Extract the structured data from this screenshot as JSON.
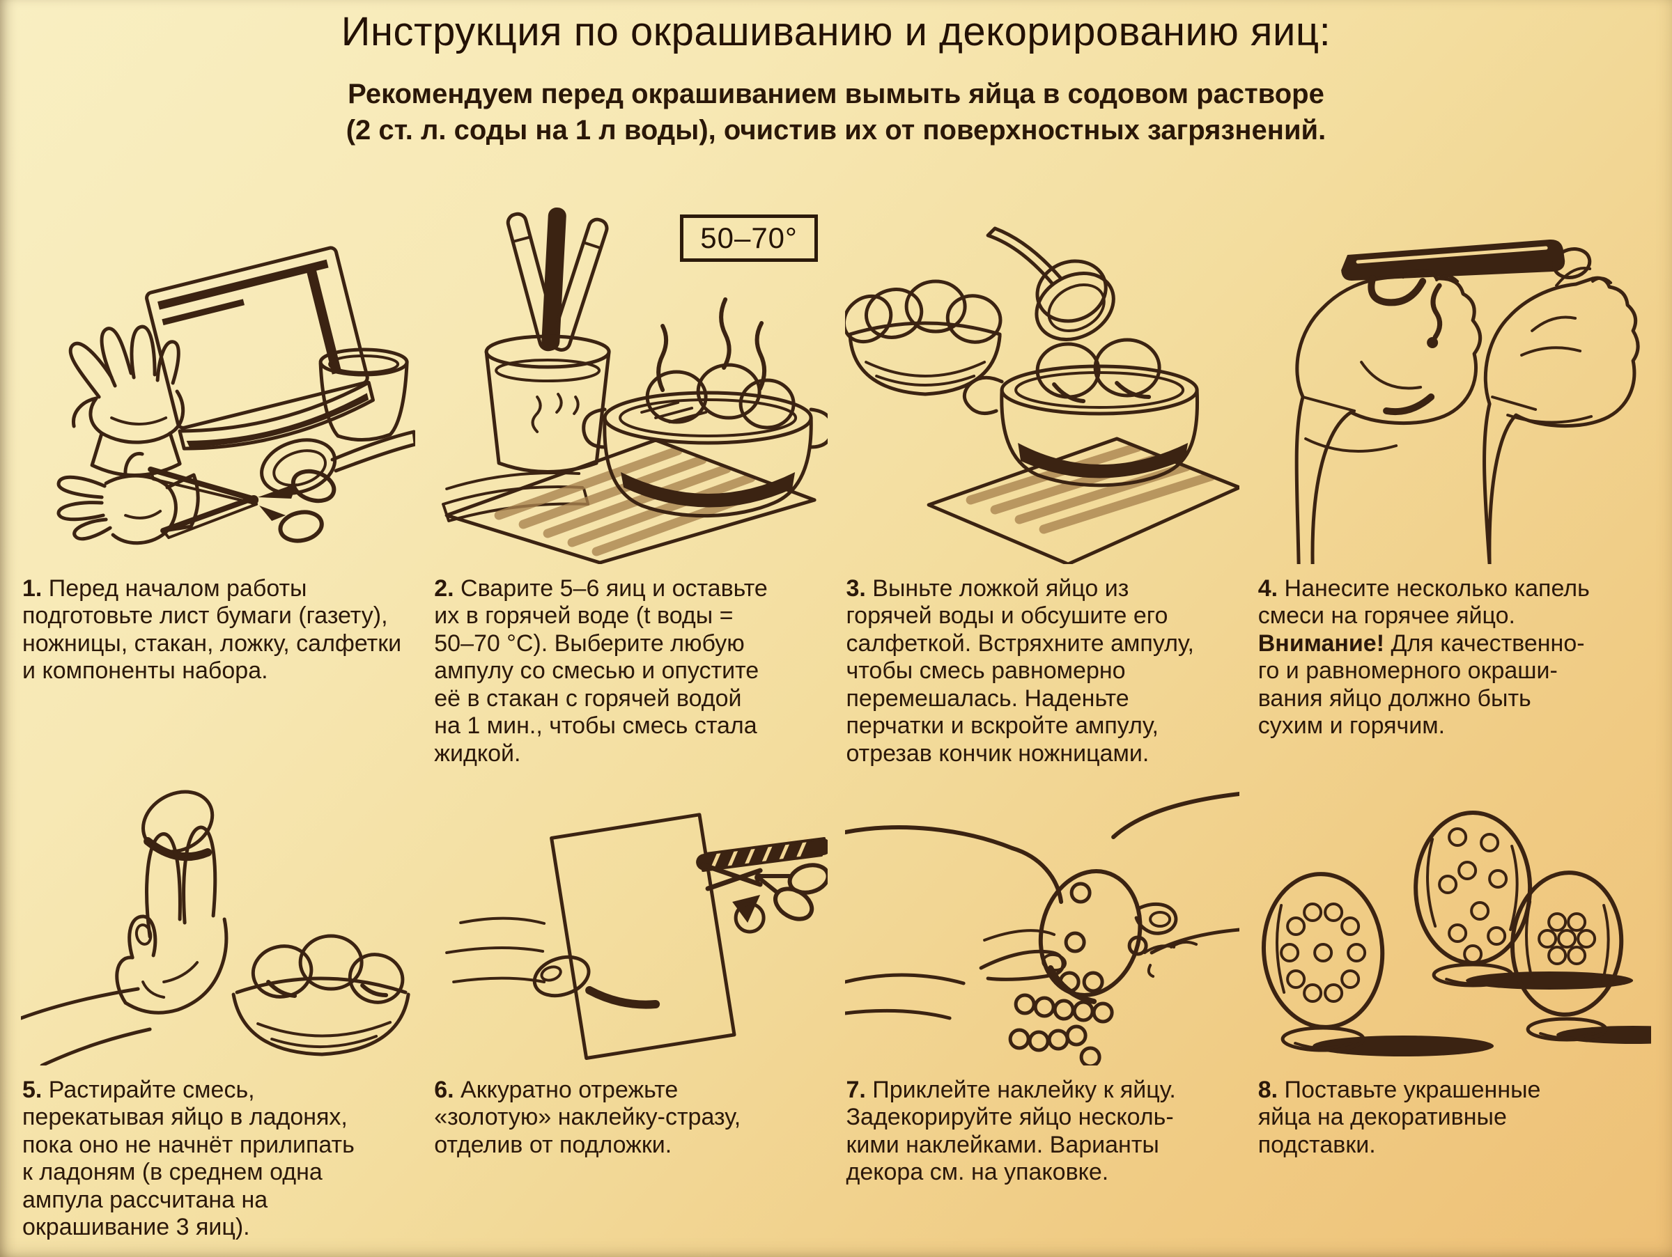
{
  "page": {
    "title": "Инструкция по окрашиванию и декорированию яиц:",
    "subtitle": "Рекомендуем перед окрашиванием вымыть яйца в содовом растворе\n(2 ст. л. соды на 1 л воды), очистив их от поверхностных загрязнений."
  },
  "colors": {
    "background_top": "#f9efc2",
    "background_bottom": "#eec076",
    "ink": "#2c1a0b",
    "line_art": "#3b2312",
    "mat_stripe": "#a8834e"
  },
  "temperature_badge": "50–70°",
  "steps": [
    {
      "num": "1.",
      "text": " Перед началом работы\nподготовьте лист бумаги (газету),\nножницы, стакан, ложку, салфетки\nи компоненты набора.",
      "illustration": "newspaper-gloves-cup-spoon-scissors"
    },
    {
      "num": "2.",
      "text": " Сварите 5–6 яиц и оставьте\nих в горячей воде (t воды =\n50–70 °C). Выберите любую\nампулу со смесью и опустите\nеё в стакан с горячей водой\nна 1 мин., чтобы смесь стала\nжидкой.",
      "illustration": "glass-with-ampoules-and-pot-of-eggs"
    },
    {
      "num": "3.",
      "text": " Выньте ложкой яйцо из\nгорячей воды и обсушите его\nсалфеткой. Встряхните ампулу,\nчтобы смесь равномерно\nперемешалась. Наденьте\nперчатки и вскройте ампулу,\nотрезав кончик ножницами.",
      "illustration": "spoon-lifting-egg-from-pot"
    },
    {
      "num": "4.",
      "text": " Нанесите несколько капель\nсмеси на горячее яйцо.\n",
      "warning": "Внимание!",
      "text2": " Для качественно-\nго и равномерного окраши-\nвания яйцо должно быть\nсухим и горячим.",
      "illustration": "gloved-hands-squeezing-ampoule"
    },
    {
      "num": "5.",
      "text": " Растирайте смесь,\nперекатывая яйцо в ладонях,\nпока оно не начнёт прилипать\nк ладоням (в среднем одна\nампула рассчитана на\nокрашивание 3 яиц).",
      "illustration": "hand-rolling-egg-and-bowl-of-eggs"
    },
    {
      "num": "6.",
      "text": " Аккуратно отрежьте\n«золотую» наклейку-стразу,\nотделив от подложки.",
      "illustration": "cutting-sticker-sheet-with-scissors"
    },
    {
      "num": "7.",
      "text": " Приклейте наклейку к яйцу.\nЗадекорируйте яйцо несколь-\nкими наклейками. Варианты\nдекора см. на упаковке.",
      "illustration": "hands-applying-stickers-to-egg"
    },
    {
      "num": "8.",
      "text": " Поставьте украшенные\nяйца на декоративные\nподставки.",
      "illustration": "decorated-eggs-on-stands"
    }
  ]
}
